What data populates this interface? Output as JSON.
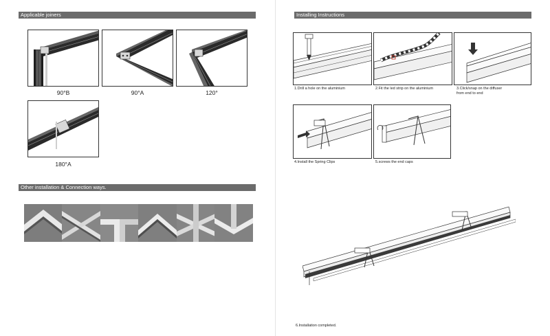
{
  "left_page": {
    "applicable_joiners": {
      "title": "Applicable joiners",
      "items": [
        {
          "label": "90°B"
        },
        {
          "label": "90°A"
        },
        {
          "label": "120°"
        },
        {
          "label": "180°A"
        }
      ]
    },
    "other_installation": {
      "title": "Other installation & Connection ways."
    }
  },
  "right_page": {
    "installing_instructions": {
      "title": "Installing Instructions",
      "steps": [
        {
          "caption": "1.Drill a hole on the aluminium"
        },
        {
          "caption": "2.Fit the led strip on the aluminium"
        },
        {
          "caption_line1": "3.Click/snap on the diffuser",
          "caption_line2": "from end to end"
        },
        {
          "caption": "4.Install the Spring Clips"
        },
        {
          "caption": "5.screws the end caps"
        },
        {
          "caption": "6.Installation completed."
        }
      ]
    }
  }
}
